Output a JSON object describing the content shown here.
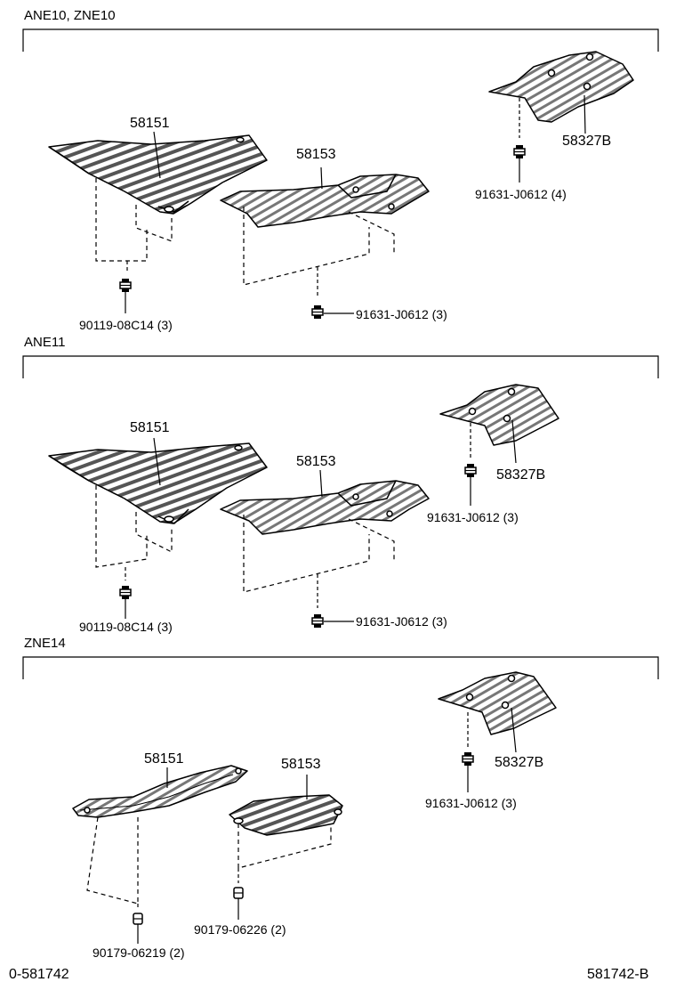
{
  "sections": [
    {
      "header": "ANE10, ZNE10",
      "parts": {
        "left": "58151",
        "middle": "58153",
        "right": "58327B"
      },
      "fasteners": {
        "left": "90119-08C14 (3)",
        "middle": "91631-J0612 (3)",
        "right": "91631-J0612 (4)"
      }
    },
    {
      "header": "ANE11",
      "parts": {
        "left": "58151",
        "middle": "58153",
        "right": "58327B"
      },
      "fasteners": {
        "left": "90119-08C14 (3)",
        "middle": "91631-J0612 (3)",
        "right": "91631-J0612 (3)"
      }
    },
    {
      "header": "ZNE14",
      "parts": {
        "left": "58151",
        "middle": "58153",
        "right": "58327B"
      },
      "fasteners": {
        "left": "90179-06219 (2)",
        "middle": "90179-06226 (2)",
        "right": "91631-J0612 (3)"
      }
    }
  ],
  "footer": {
    "left": "0-581742",
    "right": "581742-B"
  }
}
